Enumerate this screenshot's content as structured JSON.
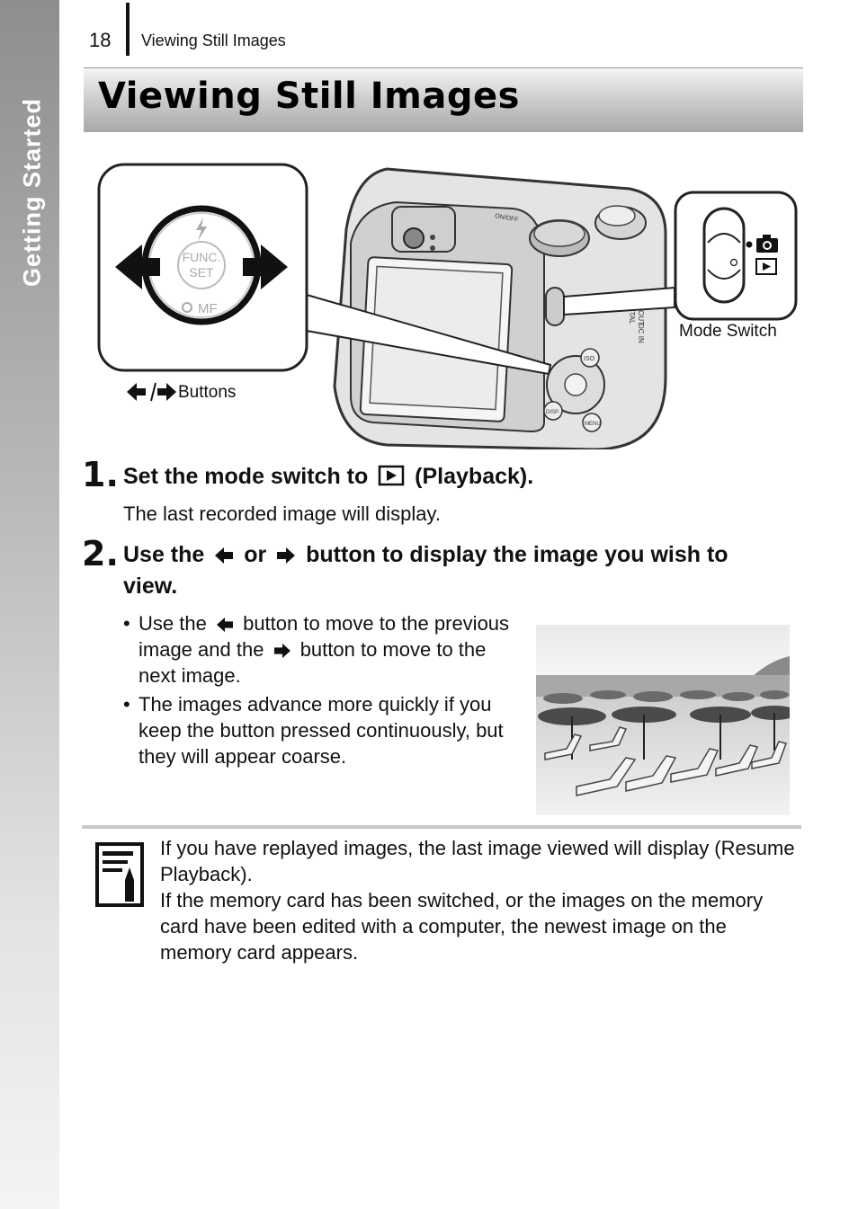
{
  "side_tab": {
    "label": "Getting Started"
  },
  "header": {
    "page_number": "18",
    "section": "Viewing Still Images"
  },
  "title": "Viewing Still Images",
  "diagram": {
    "buttons_caption": "Buttons",
    "mode_switch_caption": "Mode Switch",
    "func_line1": "FUNC.",
    "func_line2": "SET",
    "mf_label": "MF",
    "iso_label": "ISO",
    "disp_label": "DISP.",
    "menu_label": "MENU",
    "digital_label": "DIGITAL",
    "av_out_label": "A/V OUT",
    "dc_in_label": "DC IN",
    "on_off_label": "ON/OFF"
  },
  "steps": [
    {
      "number": "1.",
      "text_before": "Set the mode switch to",
      "text_after": "(Playback).",
      "sub": "The last recorded image will display."
    },
    {
      "number": "2.",
      "text_part1": "Use the",
      "text_part2": "or",
      "text_part3": "button to display the image you wish to",
      "text_line2": "view."
    }
  ],
  "bullets": [
    {
      "dot": "•",
      "part1": "Use the",
      "part2": "button to move to the previous image and the",
      "part3": "button to move to the next image."
    },
    {
      "dot": "•",
      "text": "The images advance more quickly if you keep the button pressed continuously, but they will appear coarse."
    }
  ],
  "note": {
    "paragraphs": [
      "If you have replayed images, the last image viewed will display (Resume Playback).",
      "If the memory card has been switched, or the images on the memory card have been edited with a computer, the newest image on the memory card appears."
    ]
  },
  "icons": [
    "left-arrow-icon",
    "right-arrow-icon",
    "playback-icon",
    "camera-icon",
    "note-icon"
  ]
}
